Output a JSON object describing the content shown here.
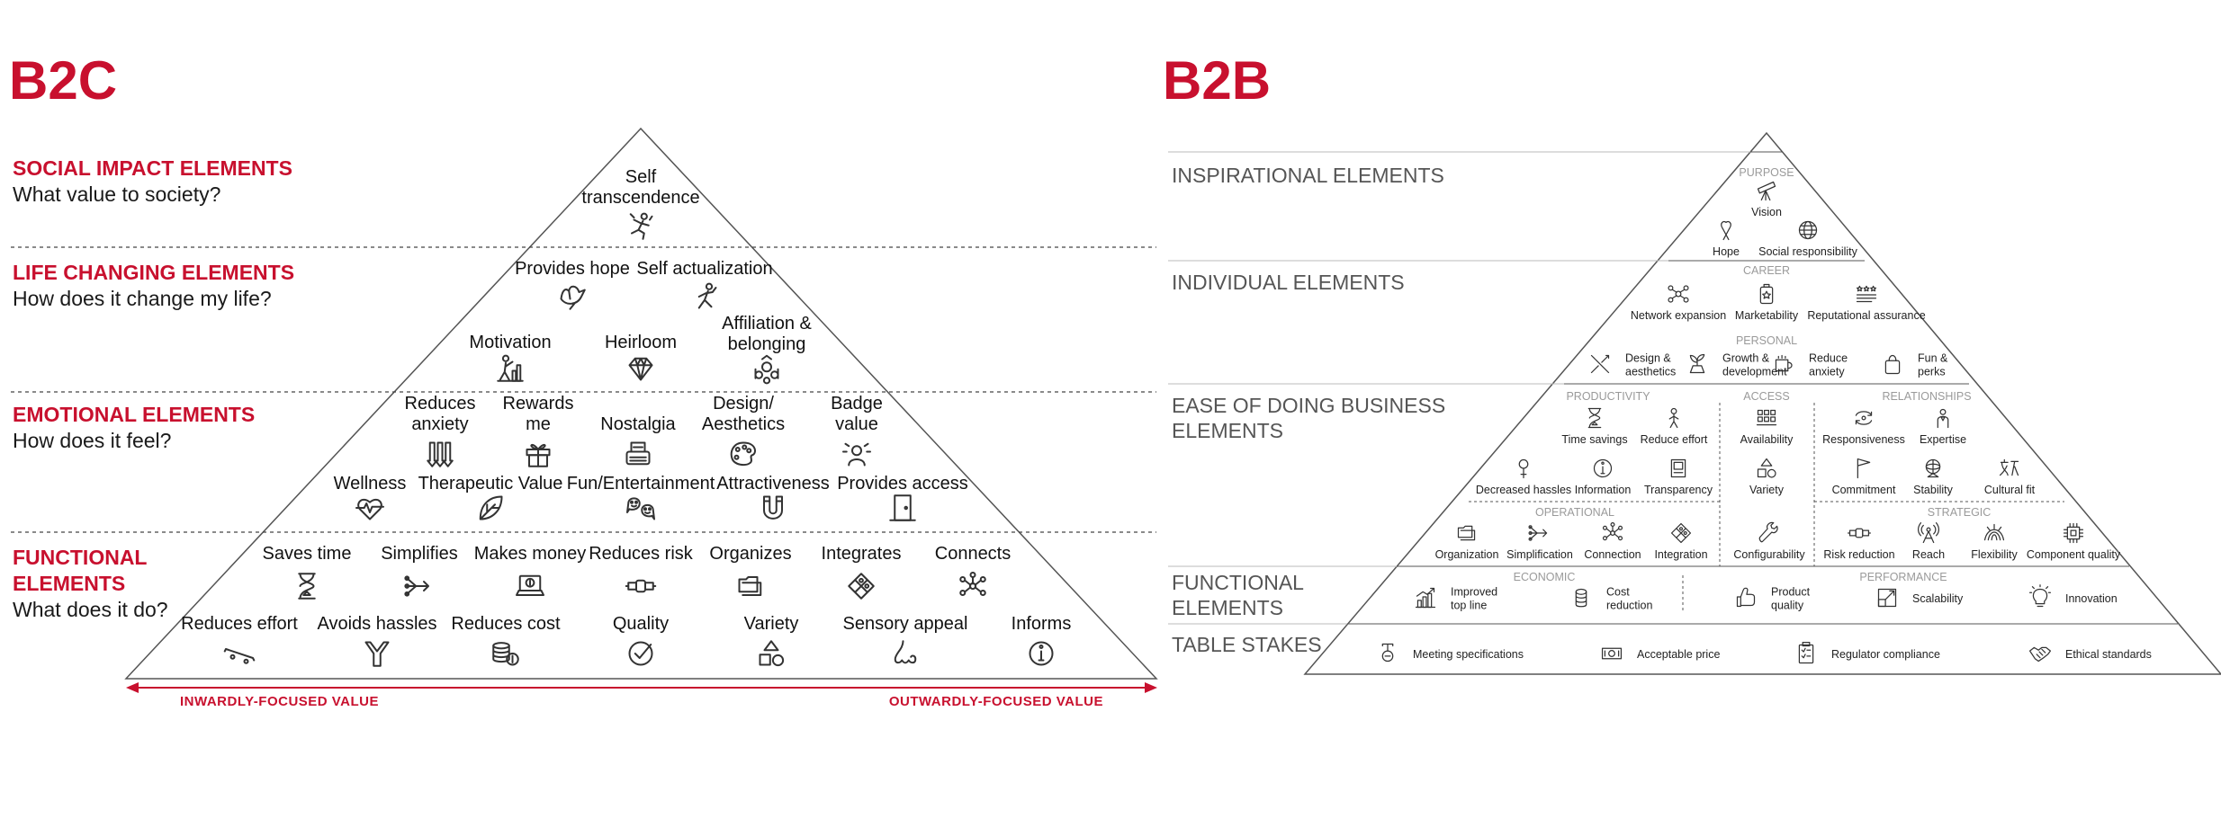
{
  "b2c": {
    "title": "B2C",
    "sections": [
      {
        "title": "SOCIAL IMPACT ELEMENTS",
        "question": "What value to society?"
      },
      {
        "title": "LIFE CHANGING ELEMENTS",
        "question": "How does it change my life?"
      },
      {
        "title": "EMOTIONAL ELEMENTS",
        "question": "How does it feel?"
      },
      {
        "title": "FUNCTIONAL\nELEMENTS",
        "question": "What does it do?"
      }
    ],
    "elements": [
      {
        "label": "Self\ntranscendence",
        "icon": "running-figure-icon"
      },
      {
        "label": "Provides hope",
        "icon": "dove-icon"
      },
      {
        "label": "Self actualization",
        "icon": "runner-icon"
      },
      {
        "label": "Motivation",
        "icon": "climber-bars-icon"
      },
      {
        "label": "Heirloom",
        "icon": "diamond-icon"
      },
      {
        "label": "Affiliation &\nbelonging",
        "icon": "group-icon"
      },
      {
        "label": "Reduces\nanxiety",
        "icon": "down-arrows-icon"
      },
      {
        "label": "Rewards\nme",
        "icon": "gift-icon"
      },
      {
        "label": "Nostalgia",
        "icon": "typewriter-icon"
      },
      {
        "label": "Design/\nAesthetics",
        "icon": "palette-icon"
      },
      {
        "label": "Badge\nvalue",
        "icon": "badge-person-icon"
      },
      {
        "label": "Wellness",
        "icon": "heart-pulse-icon"
      },
      {
        "label": "Therapeutic Value",
        "icon": "leaf-icon"
      },
      {
        "label": "Fun/Entertainment",
        "icon": "chat-faces-icon"
      },
      {
        "label": "Attractiveness",
        "icon": "magnet-icon"
      },
      {
        "label": "Provides access",
        "icon": "door-icon"
      },
      {
        "label": "Saves time",
        "icon": "hourglass-icon"
      },
      {
        "label": "Simplifies",
        "icon": "simplify-icon"
      },
      {
        "label": "Makes money",
        "icon": "laptop-money-icon"
      },
      {
        "label": "Reduces risk",
        "icon": "connector-icon"
      },
      {
        "label": "Organizes",
        "icon": "folders-icon"
      },
      {
        "label": "Integrates",
        "icon": "puzzle-icon"
      },
      {
        "label": "Connects",
        "icon": "network-icon"
      },
      {
        "label": "Reduces effort",
        "icon": "skateboard-icon"
      },
      {
        "label": "Avoids hassles",
        "icon": "merge-arrow-icon"
      },
      {
        "label": "Reduces cost",
        "icon": "coins-icon"
      },
      {
        "label": "Quality",
        "icon": "check-circle-icon"
      },
      {
        "label": "Variety",
        "icon": "shapes-icon"
      },
      {
        "label": "Sensory appeal",
        "icon": "nose-icon"
      },
      {
        "label": "Informs",
        "icon": "info-icon"
      }
    ],
    "arrow_left": "INWARDLY-FOCUSED VALUE",
    "arrow_right": "OUTWARDLY-FOCUSED VALUE"
  },
  "b2b": {
    "title": "B2B",
    "sections": [
      "INSPIRATIONAL ELEMENTS",
      "INDIVIDUAL ELEMENTS",
      "EASE OF DOING  BUSINESS\nELEMENTS",
      "FUNCTIONAL\nELEMENTS",
      "TABLE STAKES"
    ],
    "categories": [
      "PURPOSE",
      "CAREER",
      "PERSONAL",
      "PRODUCTIVITY",
      "ACCESS",
      "RELATIONSHIPS",
      "OPERATIONAL",
      "STRATEGIC",
      "ECONOMIC",
      "PERFORMANCE"
    ],
    "elements": [
      {
        "label": "Vision",
        "icon": "telescope-icon"
      },
      {
        "label": "Hope",
        "icon": "ribbon-icon"
      },
      {
        "label": "Social responsibility",
        "icon": "globe-icon"
      },
      {
        "label": "Network expansion",
        "icon": "network-people-icon"
      },
      {
        "label": "Marketability",
        "icon": "badge-icon"
      },
      {
        "label": "Reputational assurance",
        "icon": "stars-icon"
      },
      {
        "label": "Design &\naesthetics",
        "icon": "tools-icon"
      },
      {
        "label": "Growth &\ndevelopment",
        "icon": "growth-icon"
      },
      {
        "label": "Reduce\nanxiety",
        "icon": "mug-icon"
      },
      {
        "label": "Fun &\nperks",
        "icon": "bag-icon"
      },
      {
        "label": "Time savings",
        "icon": "hourglass-icon"
      },
      {
        "label": "Reduce effort",
        "icon": "person-icon"
      },
      {
        "label": "Availability",
        "icon": "grid-icon"
      },
      {
        "label": "Responsiveness",
        "icon": "cycle-icon"
      },
      {
        "label": "Expertise",
        "icon": "expert-icon"
      },
      {
        "label": "Decreased hassles",
        "icon": "tool-icon"
      },
      {
        "label": "Information",
        "icon": "info-icon"
      },
      {
        "label": "Transparency",
        "icon": "window-icon"
      },
      {
        "label": "Variety",
        "icon": "shapes-icon"
      },
      {
        "label": "Commitment",
        "icon": "flag-icon"
      },
      {
        "label": "Stability",
        "icon": "sphere-icon"
      },
      {
        "label": "Cultural fit",
        "icon": "characters-icon"
      },
      {
        "label": "Organization",
        "icon": "folders-icon"
      },
      {
        "label": "Simplification",
        "icon": "simplify-icon"
      },
      {
        "label": "Connection",
        "icon": "network-icon"
      },
      {
        "label": "Integration",
        "icon": "puzzle-icon"
      },
      {
        "label": "Configurability",
        "icon": "wrench-icon"
      },
      {
        "label": "Risk reduction",
        "icon": "connector-icon"
      },
      {
        "label": "Reach",
        "icon": "antenna-icon"
      },
      {
        "label": "Flexibility",
        "icon": "flex-icon"
      },
      {
        "label": "Component quality",
        "icon": "chip-icon"
      },
      {
        "label": "Improved\ntop line",
        "icon": "chart-icon"
      },
      {
        "label": "Cost\nreduction",
        "icon": "coin-icon"
      },
      {
        "label": "Product\nquality",
        "icon": "thumbs-up-icon"
      },
      {
        "label": "Scalability",
        "icon": "scale-box-icon"
      },
      {
        "label": "Innovation",
        "icon": "bulb-icon"
      },
      {
        "label": "Meeting specifications",
        "icon": "spec-icon"
      },
      {
        "label": "Acceptable price",
        "icon": "money-icon"
      },
      {
        "label": "Regulator compliance",
        "icon": "checklist-icon"
      },
      {
        "label": "Ethical standards",
        "icon": "handshake-icon"
      }
    ]
  },
  "colors": {
    "accent": "#c8102e",
    "text": "#1a1a1a",
    "gray": "#9a9a9a",
    "line": "#555555"
  }
}
